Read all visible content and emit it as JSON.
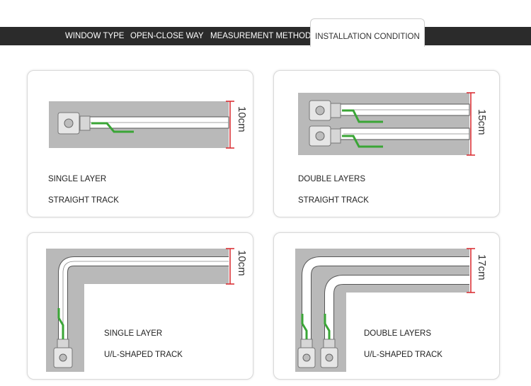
{
  "nav": {
    "tabs": [
      {
        "label": "WINDOW TYPE",
        "active": false
      },
      {
        "label": "OPEN-CLOSE WAY",
        "active": false
      },
      {
        "label": "MEASUREMENT METHOD",
        "active": false
      },
      {
        "label": "INSTALLATION CONDITION",
        "active": true
      }
    ]
  },
  "cards": [
    {
      "layer": "SINGLE LAYER",
      "track": "STRAIGHT TRACK",
      "height": "10cm"
    },
    {
      "layer": "DOUBLE LAYERS",
      "track": "STRAIGHT TRACK",
      "height": "15cm"
    },
    {
      "layer": "SINGLE LAYER",
      "track": "U/L-SHAPED TRACK",
      "height": "10cm"
    },
    {
      "layer": "DOUBLE LAYERS",
      "track": "U/L-SHAPED TRACK",
      "height": "17cm"
    }
  ],
  "colors": {
    "nav_bg": "#2b2b2b",
    "wall": "#b9b9b9",
    "measure": "#d9262b",
    "cord": "#3aa536",
    "rail": "#ffffff"
  }
}
